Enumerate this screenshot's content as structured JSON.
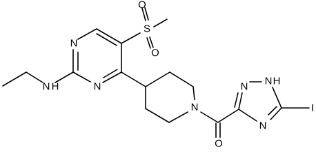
{
  "molecule": {
    "atoms": {
      "s_sulfonyl": "S",
      "o_sulfonyl_top": "O",
      "o_sulfonyl_bottom": "O",
      "n_pyrimidine_top": "N",
      "n_pyrimidine_bottom": "N",
      "n_amine": "N",
      "h_amine": "H",
      "n_piperidine": "N",
      "o_carbonyl": "O",
      "n_triazole_1": "N",
      "n_triazole_2": "N",
      "h_triazole": "H",
      "n_triazole_4": "N",
      "i_iodo": "I"
    }
  }
}
